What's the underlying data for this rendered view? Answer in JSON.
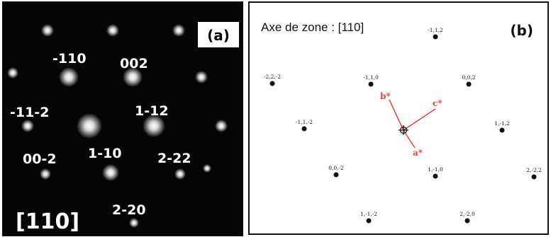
{
  "panel_a": {
    "tag": "(a)",
    "zone_axis": "[110]",
    "spot_labels": [
      "-110",
      "002",
      "-11-2",
      "1-12",
      "00-2",
      "1-10",
      "2-22",
      "2-20"
    ]
  },
  "panel_b": {
    "tag": "(b)",
    "zone_axis_text": "Axe de zone : [110]",
    "spots": [
      {
        "label": "-1,1,2"
      },
      {
        "label": "-2,2,-2"
      },
      {
        "label": "-1,1,0"
      },
      {
        "label": "0,0,2"
      },
      {
        "label": "-1,1,-2"
      },
      {
        "label": "1,-1,2"
      },
      {
        "label": "0,0,-2"
      },
      {
        "label": "1,-1,0"
      },
      {
        "label": "2,-2,2"
      },
      {
        "label": "1,-1,-2"
      },
      {
        "label": "2,-2,0"
      }
    ],
    "vectors": {
      "b": "b*",
      "c": "c*",
      "a": "a*"
    },
    "vector_color": "#e2453c"
  }
}
